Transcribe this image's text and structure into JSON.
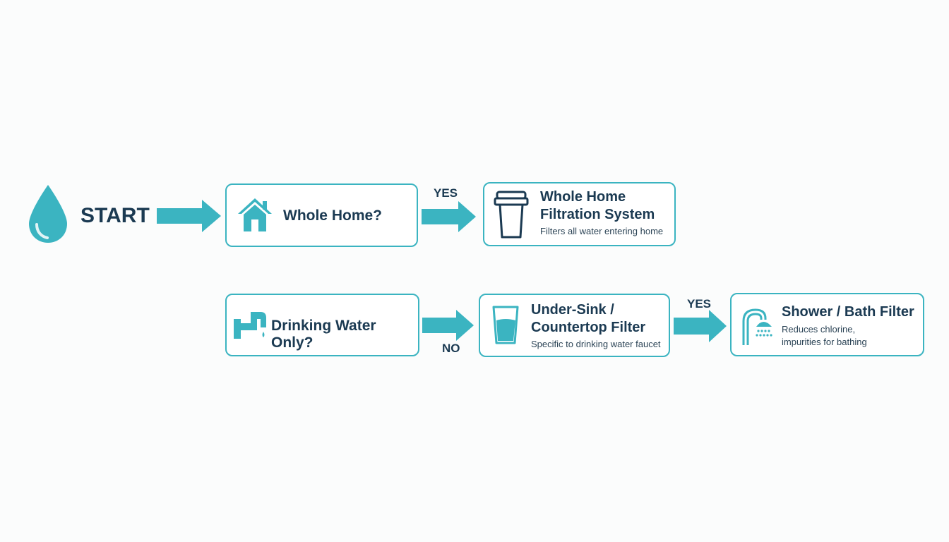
{
  "colors": {
    "accent": "#3bb4c1",
    "border": "#3bb4c1",
    "text": "#1b3a52",
    "background": "#fbfcfc"
  },
  "start": {
    "label": "START",
    "icon": "water-drop-icon"
  },
  "q1": {
    "text": "Whole Home?",
    "icon": "house-icon"
  },
  "yes1": "YES",
  "result1": {
    "title_line1": "Whole Home",
    "title_line2": "Filtration System",
    "desc": "Filters all water entering home",
    "icon": "filter-cartridge-icon"
  },
  "q2": {
    "text": "Drinking Water Only?",
    "icon": "faucet-icon"
  },
  "no2": "NO",
  "result2": {
    "title_line1": "Under-Sink /",
    "title_line2": "Countertop Filter",
    "desc": "Specific to drinking water faucet",
    "icon": "water-glass-icon"
  },
  "yes3": "YES",
  "result3": {
    "title": "Shower / Bath Filter",
    "desc_line1": "Reduces chlorine,",
    "desc_line2": "impurities for bathing",
    "icon": "shower-head-icon"
  }
}
